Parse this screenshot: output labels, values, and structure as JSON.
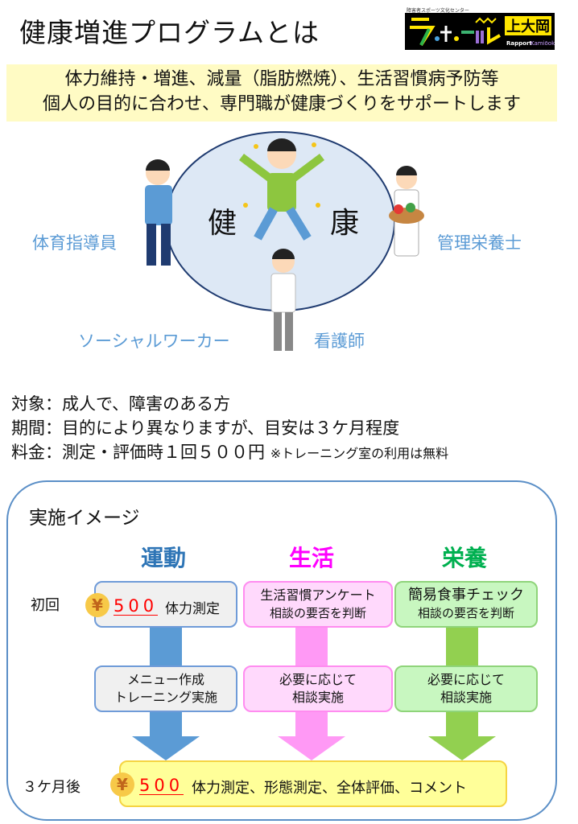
{
  "title": "健康増進プログラムとは",
  "logo": {
    "subtitle": "障害者スポーツ文化センター",
    "name": "ラポール",
    "place": "上大岡",
    "roman": "Rapport Kamiōoka"
  },
  "banner": {
    "line1": "体力維持・増進、減量（脂肪燃焼）、生活習慣病予防等",
    "line2": "個人の目的に合わせ、専門職が健康づくりをサポートします"
  },
  "diagram": {
    "center_left": "健",
    "center_right": "康",
    "roles": [
      "体育指導員",
      "管理栄養士",
      "ソーシャルワーカー",
      "看護師"
    ]
  },
  "info": {
    "target": "対象：成人で、障害のある方",
    "period": "期間：目的により異なりますが、目安は３ケ月程度",
    "fee": "料金：測定・評価時１回５００円",
    "fee_note": "※トレーニング室の利用は無料"
  },
  "image_section": {
    "title": "実施イメージ",
    "columns": [
      {
        "label": "運動",
        "color": "#2e75b6"
      },
      {
        "label": "生活",
        "color": "#ff00ff"
      },
      {
        "label": "栄養",
        "color": "#00b050"
      }
    ],
    "row_first": "初回",
    "row_last": "３ケ月後",
    "yen_symbol": "¥",
    "price": "500",
    "first": {
      "exercise": "体力測定",
      "life_1": "生活習慣アンケート",
      "life_2": "相談の要否を判断",
      "nutrition_1": "簡易食事チェック",
      "nutrition_2": "相談の要否を判断"
    },
    "second": {
      "exercise_1": "メニュー作成",
      "exercise_2": "トレーニング実施",
      "life_1": "必要に応じて",
      "life_2": "相談実施",
      "nutrition_1": "必要に応じて",
      "nutrition_2": "相談実施"
    },
    "final": "体力測定、形態測定、全体評価、コメント"
  }
}
